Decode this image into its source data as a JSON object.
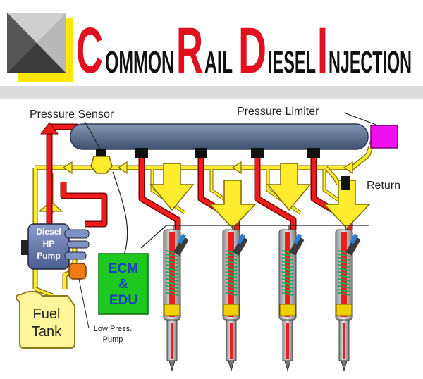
{
  "title": {
    "word1": {
      "initial": "C",
      "rest": "OMMON"
    },
    "word2": {
      "initial": "R",
      "rest": "AIL"
    },
    "word3": {
      "initial": "D",
      "rest": "IESEL"
    },
    "word4": {
      "initial": "I",
      "rest": "NJECTION"
    }
  },
  "labels": {
    "pressure_sensor": "Pressure Sensor",
    "pressure_limiter": "Pressure Limiter",
    "return": "Return",
    "pump_line1": "Diesel",
    "pump_line2": "HP",
    "pump_line3": "Pump",
    "ecm_line1": "ECM",
    "ecm_line2": "&",
    "ecm_line3": "EDU",
    "fuel_line1": "Fuel",
    "fuel_line2": "Tank",
    "lowpress_line1": "Low Press.",
    "lowpress_line2": "Pump"
  },
  "colors": {
    "title_red": "#e0101e",
    "header_bg": "#dcdcdc",
    "rail_blue": "#5f7491",
    "high_pressure_red": "#ee1c1c",
    "low_pressure_yellow": "#ffec2e",
    "limiter_magenta": "#ee10ee",
    "ecm_green": "#1ec81e",
    "ecm_text_blue": "#1a3ec8",
    "pump_blue": "#6a7fb0",
    "low_pump_orange": "#f07a14",
    "tank_yellow": "#fff59a"
  }
}
